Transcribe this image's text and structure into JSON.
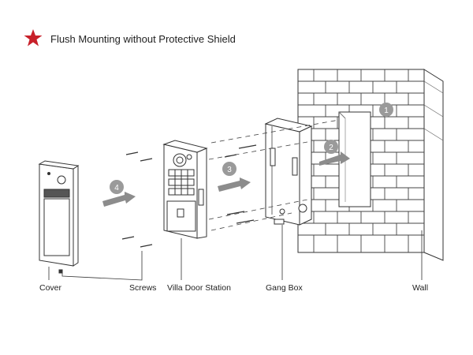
{
  "title": "Flush Mounting without Protective Shield",
  "labels": {
    "cover": "Cover",
    "screws": "Screws",
    "station": "Villa Door Station",
    "gangbox": "Gang Box",
    "wall": "Wall"
  },
  "steps": [
    "1",
    "2",
    "3",
    "4"
  ],
  "colors": {
    "star": "#c8202a",
    "step_circle": "#9a9a9a",
    "arrow": "#8c8c8c",
    "line": "#333333"
  }
}
